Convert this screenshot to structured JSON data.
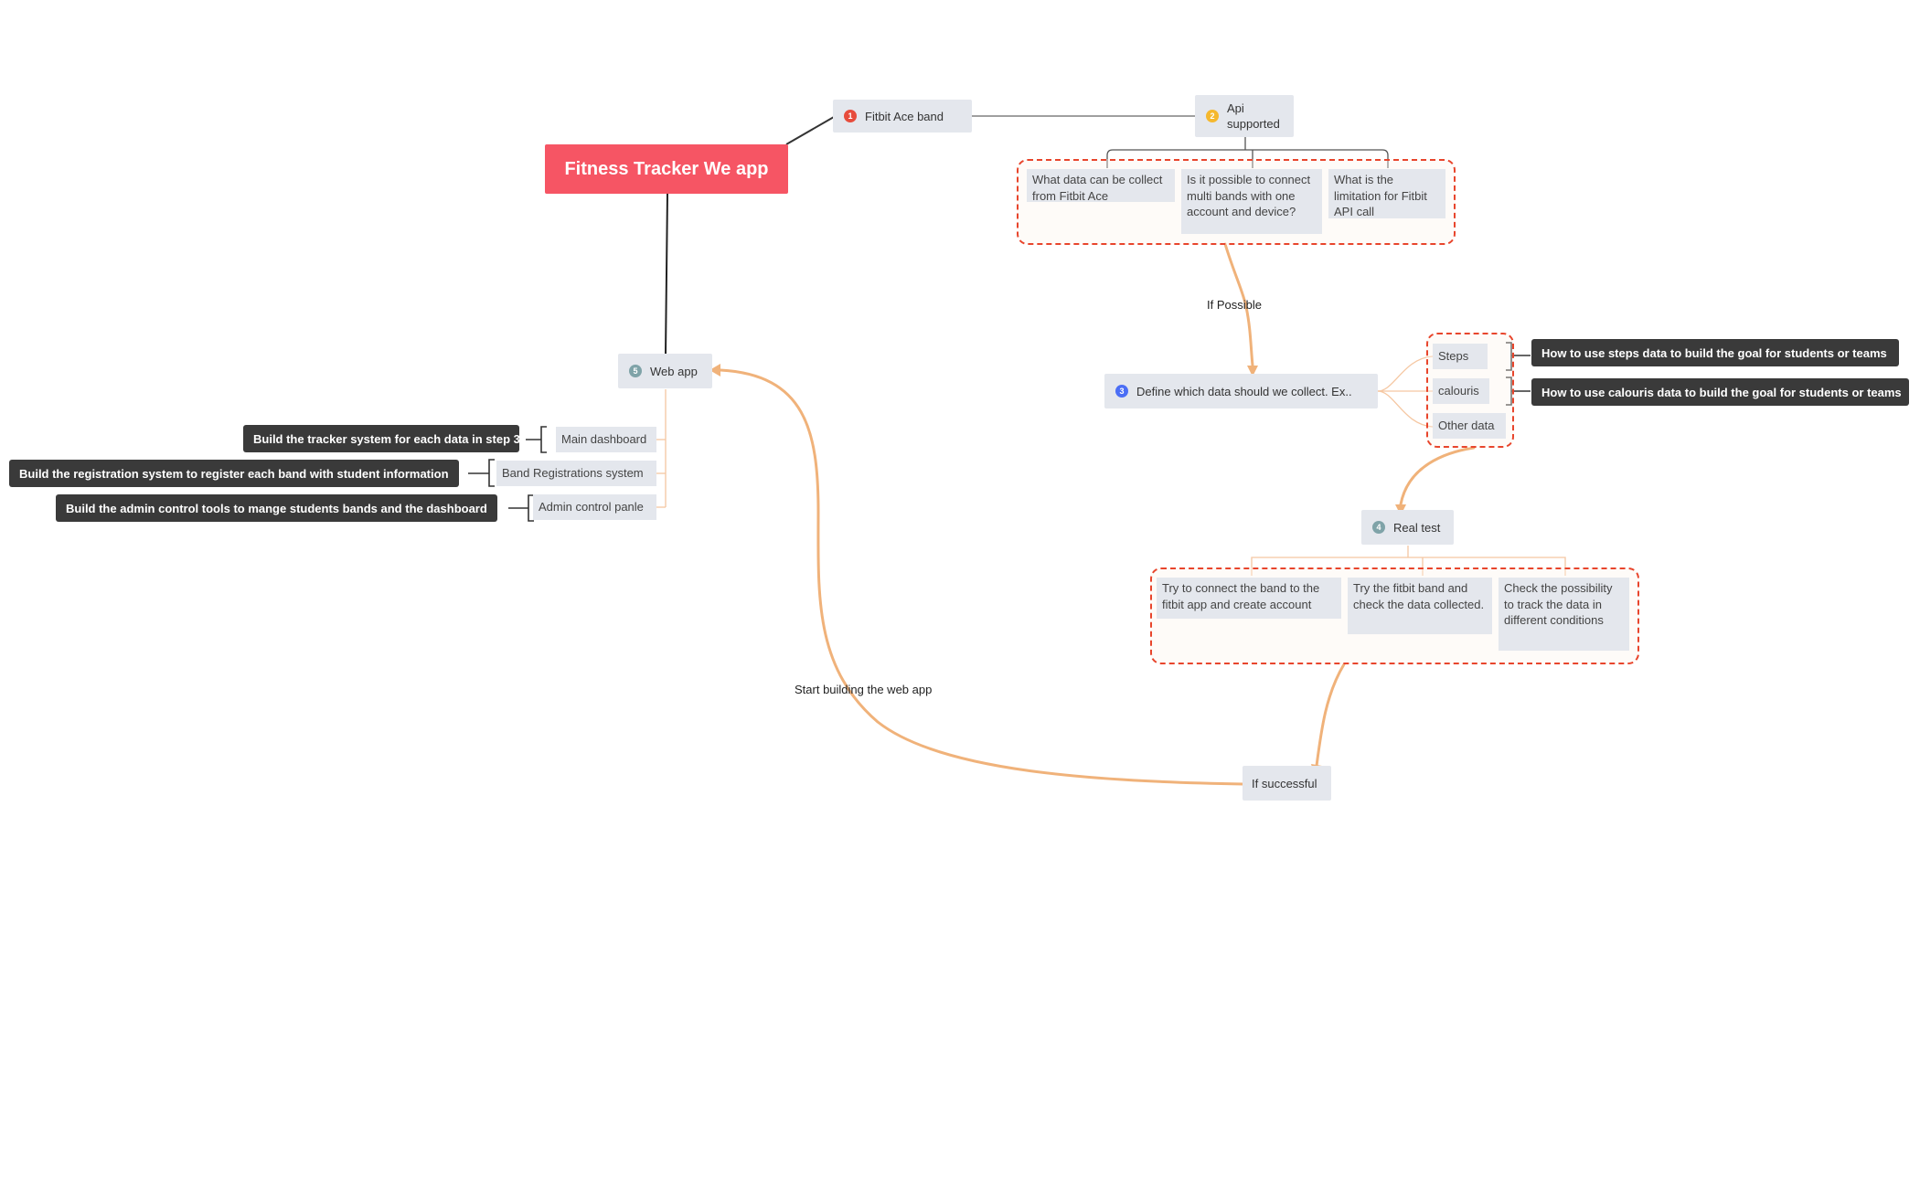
{
  "root": {
    "label": "Fitness Tracker We app",
    "color": "#f65564"
  },
  "topic1": {
    "number": "1",
    "label": "Fitbit Ace band",
    "badge_color": "#e74c3c"
  },
  "topic2": {
    "number": "2",
    "label_line1": "Api",
    "label_line2": "supported",
    "badge_color": "#f5b82e",
    "children": [
      "What data can be collect from Fitbit Ace",
      "Is it possible to connect multi bands with one account and device?",
      "What is the limitation for Fitbit API call"
    ]
  },
  "relation_if_possible": "If Possible",
  "topic3": {
    "number": "3",
    "label": "Define which data should we collect. Ex..",
    "badge_color": "#4b6ef5",
    "children": [
      "Steps",
      "calouris",
      "Other data"
    ],
    "summaries": [
      "How to use steps data to build the goal for students or teams",
      "How to use calouris data to build the goal for students or teams"
    ]
  },
  "topic4": {
    "number": "4",
    "label": "Real test",
    "badge_color": "#7fa3a8",
    "children": [
      "Try to connect the band to the fitbit app and create account",
      "Try the fitbit band and check the data collected.",
      "Check the possibility to track the data in different conditions"
    ]
  },
  "if_successful": "If successful",
  "relation_start_building": "Start building the web app",
  "topic5": {
    "number": "5",
    "label": "Web app",
    "badge_color": "#7fa3a8",
    "children": [
      "Main dashboard",
      "Band Registrations system",
      "Admin control panle"
    ],
    "summaries": [
      "Build the tracker system for each data in step 3",
      "Build the registration system to register each band with student information",
      "Build the admin control tools to mange students bands and the dashboard"
    ]
  },
  "colors": {
    "relationship": "#f0b27a",
    "boundary": "#e8452c",
    "topic_bg": "#e4e7ed",
    "summary_bg": "#3a3a3a"
  }
}
